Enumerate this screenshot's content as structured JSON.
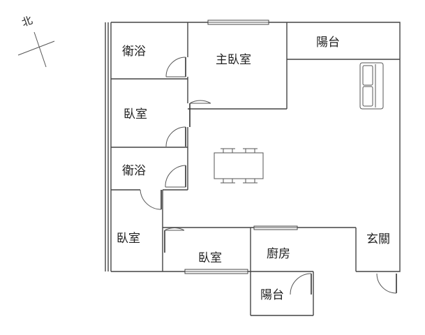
{
  "compass": {
    "label": "北"
  },
  "rooms": {
    "bath_upper": "衛浴",
    "master_bedroom": "主臥室",
    "balcony_top": "陽台",
    "bedroom_upper": "臥室",
    "bath_lower": "衛浴",
    "bedroom_left": "臥室",
    "bedroom_bottom": "臥室",
    "kitchen": "廚房",
    "entrance": "玄關",
    "balcony_bottom": "陽台"
  },
  "furniture": [
    "dining-table",
    "dining-chair",
    "dining-chair",
    "dining-chair",
    "dining-chair",
    "sofa"
  ],
  "colors": {
    "wall": "#444444",
    "background": "#ffffff"
  }
}
